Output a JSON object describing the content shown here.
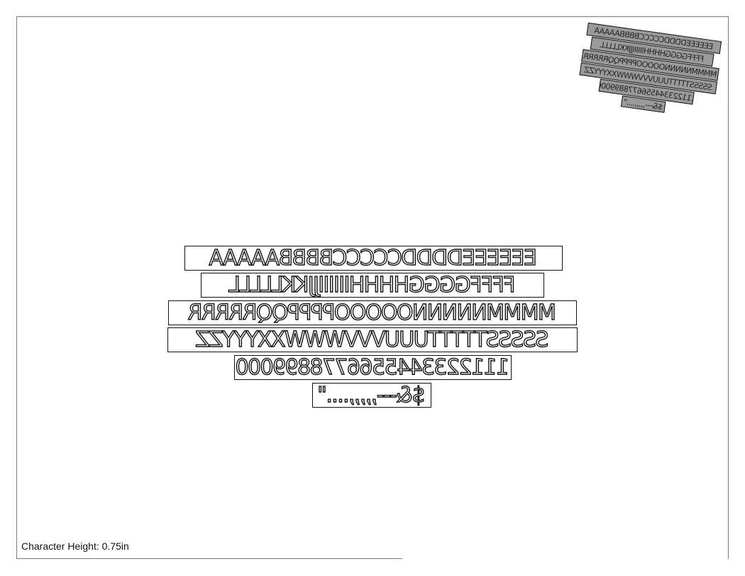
{
  "caption": "Character Height: 0.75in",
  "strips": [
    "EEEEEEDDDDCCCCCBBBBAAAAA",
    "FFFFGGGGHHHHIIIIIIJJKKLLLLL",
    "MMMMNNNNNOOOOOPPPPQQRRRRR",
    "SSSSSTTTTTUUUVVVWWWXXYYYZZ",
    "1112233445566778899000",
    "$&---,,,,,....\""
  ],
  "thumbnail": {
    "icon": "thumbnail-preview",
    "color": "#9a9a9a"
  }
}
